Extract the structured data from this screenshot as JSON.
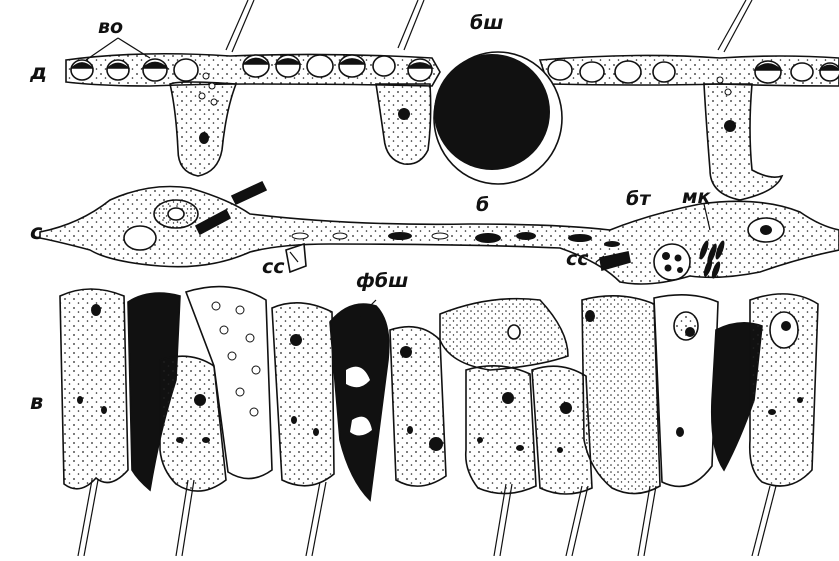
{
  "figure": {
    "layer_labels": {
      "top": "д",
      "middle": "с",
      "bottom": "в"
    },
    "part_labels": {
      "vo": "во",
      "bsh": "бш",
      "b": "б",
      "bt": "бт",
      "mk": "мк",
      "ss_left": "сс",
      "ss_right": "сс",
      "fbsh": "фбш"
    }
  }
}
